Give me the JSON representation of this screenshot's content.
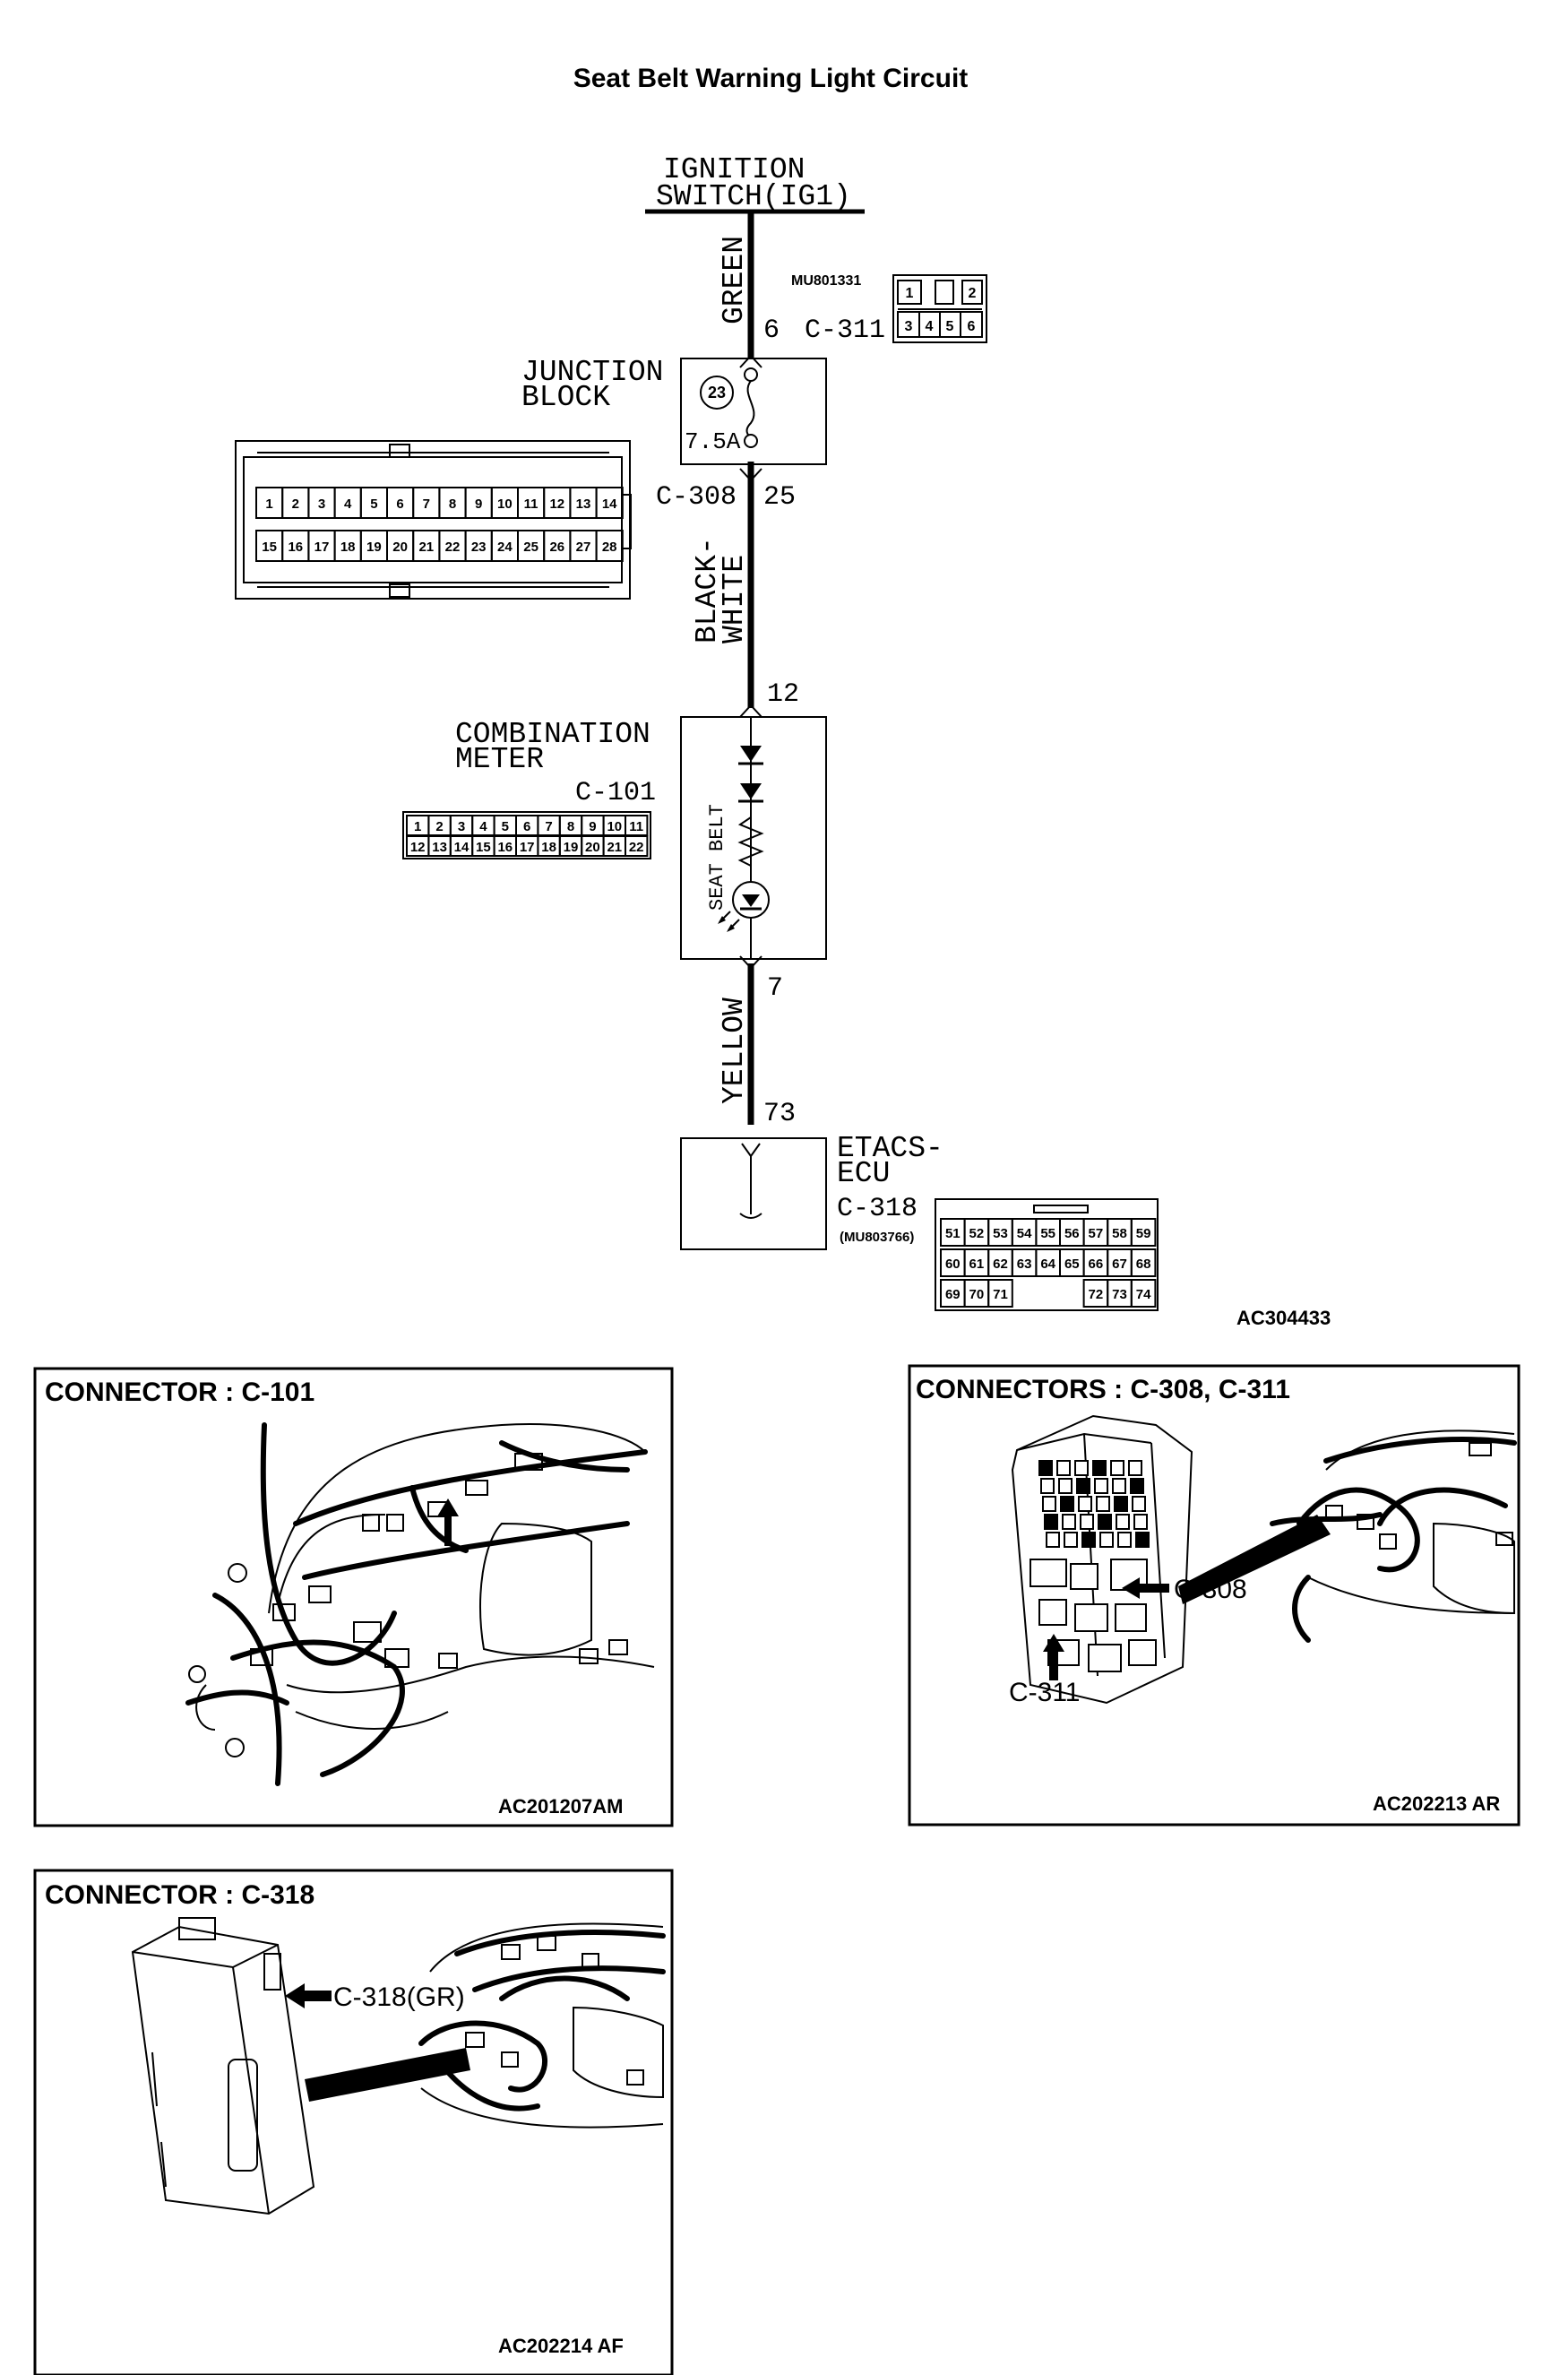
{
  "title": "Seat Belt Warning Light Circuit",
  "ignition": {
    "line1": "IGNITION",
    "line2": "SWITCH(IG1)"
  },
  "wires": {
    "green": "GREEN",
    "black_white_1": "BLACK-",
    "black_white_2": "WHITE",
    "yellow": "YELLOW"
  },
  "pins": {
    "p6": "6",
    "p25": "25",
    "p12": "12",
    "p7": "7",
    "p73": "73"
  },
  "connectors": {
    "c311": "C-311",
    "c308": "C-308",
    "c101": "C-101",
    "c318": "C-318",
    "c311_part": "MU801331",
    "c318_part": "(MU803766)"
  },
  "junction_block": {
    "line1": "JUNCTION",
    "line2": "BLOCK",
    "fuse_no": "23",
    "fuse_rating": "7.5A"
  },
  "combination_meter": {
    "line1": "COMBINATION",
    "line2": "METER",
    "lamp_label": "SEAT BELT"
  },
  "etacs": {
    "line1": "ETACS-",
    "line2": "ECU"
  },
  "pinouts": {
    "c311": [
      "1",
      "2",
      "3",
      "4",
      "5",
      "6"
    ],
    "c308_row1": [
      "1",
      "2",
      "3",
      "4",
      "5",
      "6",
      "7",
      "8",
      "9",
      "10",
      "11",
      "12",
      "13",
      "14"
    ],
    "c308_row2": [
      "15",
      "16",
      "17",
      "18",
      "19",
      "20",
      "21",
      "22",
      "23",
      "24",
      "25",
      "26",
      "27",
      "28"
    ],
    "c101_row1": [
      "1",
      "2",
      "3",
      "4",
      "5",
      "6",
      "7",
      "8",
      "9",
      "10",
      "11"
    ],
    "c101_row2": [
      "12",
      "13",
      "14",
      "15",
      "16",
      "17",
      "18",
      "19",
      "20",
      "21",
      "22"
    ],
    "c318_row1": [
      "51",
      "52",
      "53",
      "54",
      "55",
      "56",
      "57",
      "58",
      "59"
    ],
    "c318_row2": [
      "60",
      "61",
      "62",
      "63",
      "64",
      "65",
      "66",
      "67",
      "68"
    ],
    "c318_row3": [
      "69",
      "70",
      "71",
      "72",
      "73",
      "74"
    ]
  },
  "diagram_code": "AC304433",
  "panels": {
    "c101": {
      "title": "CONNECTOR : C-101",
      "code": "AC201207AM"
    },
    "c308_c311": {
      "title": "CONNECTORS : C-308, C-311",
      "code": "AC202213 AR",
      "callout_c308": "C-308",
      "callout_c311": "C-311"
    },
    "c318": {
      "title": "CONNECTOR : C-318",
      "code": "AC202214 AF",
      "callout": "C-318(GR)"
    }
  }
}
